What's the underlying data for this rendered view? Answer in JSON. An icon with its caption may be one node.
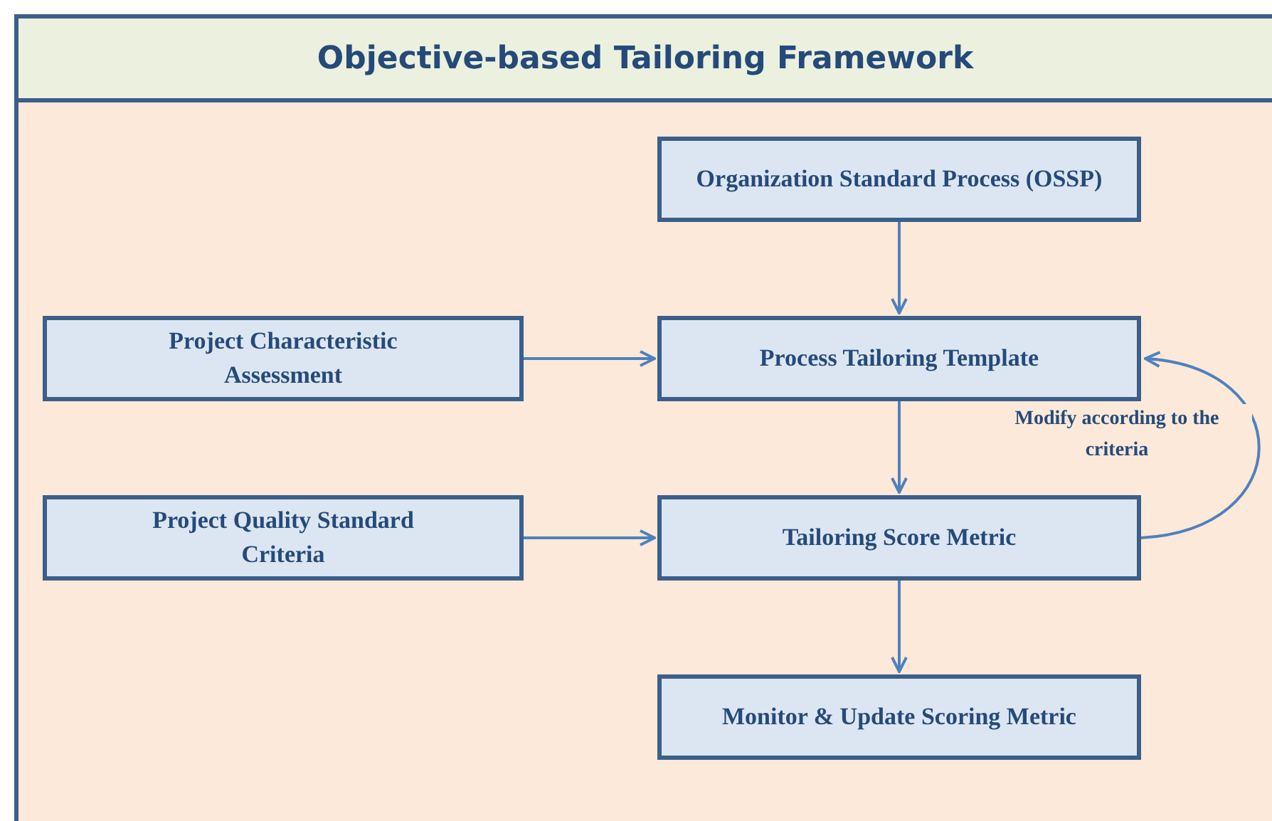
{
  "diagram": {
    "title": "Objective-based Tailoring Framework",
    "nodes": [
      {
        "text": [
          "Organization Standard Process (OSSP)"
        ]
      },
      {
        "text": [
          "Project Characteristic Assessment"
        ]
      },
      {
        "text": [
          "Process Tailoring Template"
        ]
      },
      {
        "text": [
          "Project Quality Standard Criteria"
        ]
      },
      {
        "text": [
          "Tailoring Score Metric"
        ]
      },
      {
        "text": [
          "Monitor & Update Scoring Metric"
        ]
      }
    ],
    "edges": [
      {
        "from": 0,
        "to": 2,
        "arrow": "to"
      },
      {
        "from": 1,
        "to": 2,
        "arrow": "to"
      },
      {
        "from": 2,
        "to": 4,
        "arrow": "to"
      },
      {
        "from": 3,
        "to": 4,
        "arrow": "to"
      },
      {
        "from": 4,
        "to": 2,
        "arrow": "to",
        "label": "Modify according to the criteria"
      },
      {
        "from": 4,
        "to": 5,
        "arrow": "to"
      }
    ]
  }
}
